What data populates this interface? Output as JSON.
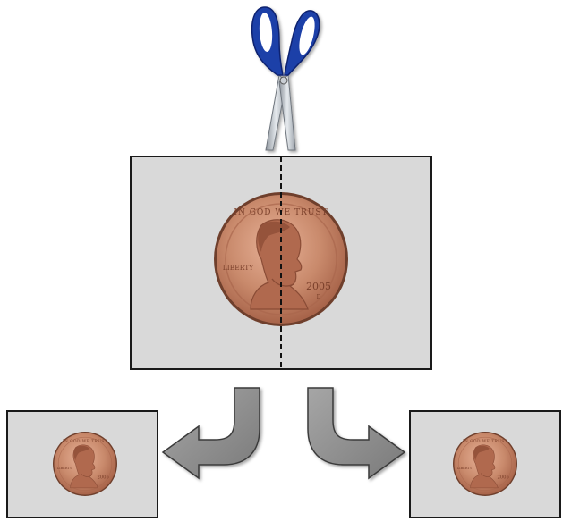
{
  "coin": {
    "motto": "IN GOD WE TRUST",
    "left_word": "LIBERTY",
    "year": "2005",
    "mint_mark": "D"
  },
  "colors": {
    "paper": "#d9d9d9",
    "paper_border": "#1a1a1a",
    "coin_copper": "#c98a6c",
    "coin_rim": "#b5735a",
    "scissor_handle": "#1f3fa8",
    "scissor_blade": "#b8bfc8",
    "arrow_fill": "#8c8c8c",
    "arrow_stroke": "#3a3a3a"
  },
  "icons": [
    "scissors-icon",
    "cut-line",
    "penny-coin",
    "curved-arrow-left",
    "curved-arrow-right"
  ]
}
